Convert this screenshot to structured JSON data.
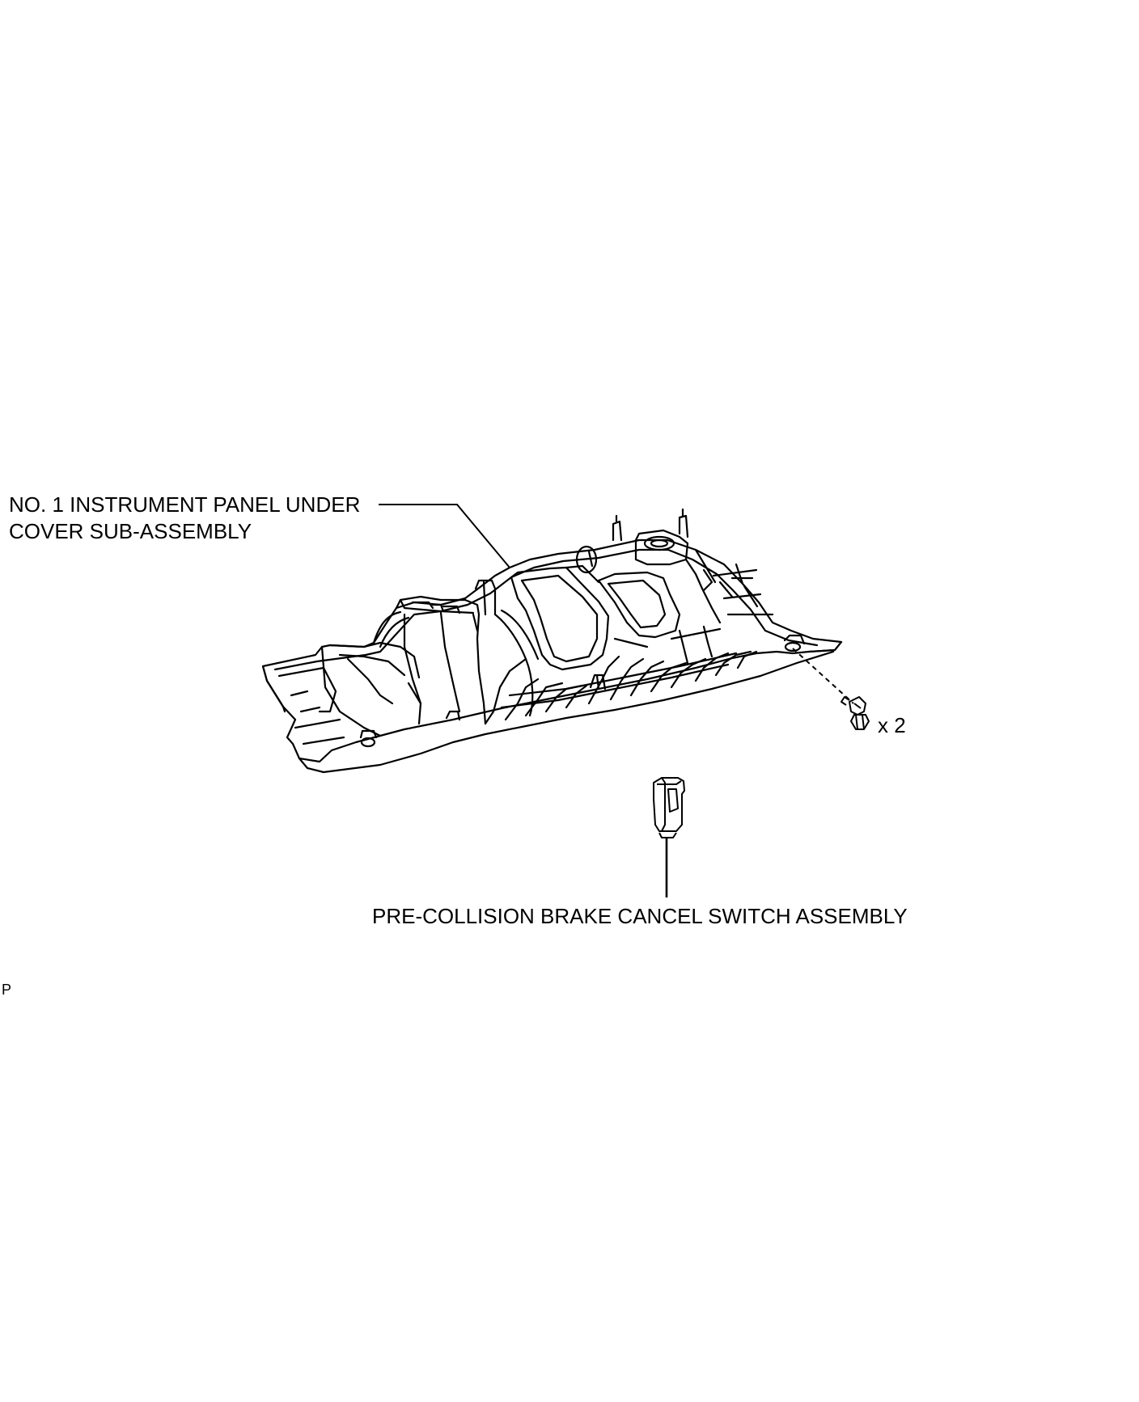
{
  "callouts": {
    "under_cover_line1": "NO. 1 INSTRUMENT PANEL UNDER",
    "under_cover_line2": "COVER SUB-ASSEMBLY",
    "switch_assembly": "PRE-COLLISION BRAKE CANCEL SWITCH ASSEMBLY",
    "screw_quantity": "x 2"
  },
  "page_code": "P",
  "colors": {
    "line": "#000000",
    "background": "#ffffff"
  }
}
